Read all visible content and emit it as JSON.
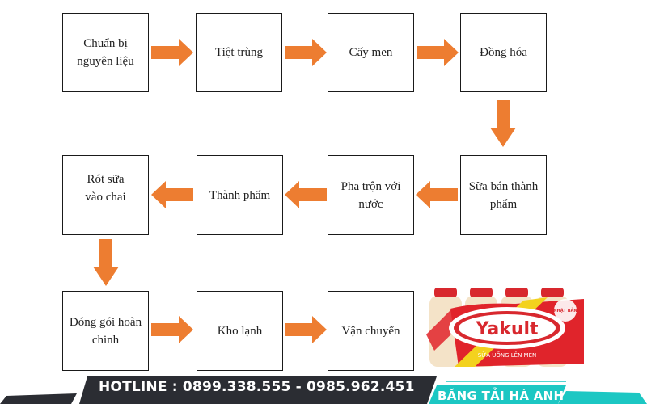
{
  "diagram": {
    "type": "process-flowchart",
    "colors": {
      "arrow": "#ED7D31",
      "box_border": "#1a1a1a",
      "box_fill": "#ffffff"
    },
    "steps": [
      {
        "id": 1,
        "label": "Chuẩn bị nguyên liệu"
      },
      {
        "id": 2,
        "label": "Tiệt trùng"
      },
      {
        "id": 3,
        "label": "Cấy men"
      },
      {
        "id": 4,
        "label": "Đồng hóa"
      },
      {
        "id": 5,
        "label": "Sữa bán thành phẩm"
      },
      {
        "id": 6,
        "label": "Pha trộn với nước"
      },
      {
        "id": 7,
        "label": "Thành phẩm"
      },
      {
        "id": 8,
        "label": "Rót sữa vào chai"
      },
      {
        "id": 9,
        "label": "Đóng gói hoàn chinh"
      },
      {
        "id": 10,
        "label": "Kho lạnh"
      },
      {
        "id": 11,
        "label": "Vận chuyển"
      }
    ],
    "edges": [
      {
        "from": 1,
        "to": 2,
        "direction": "right"
      },
      {
        "from": 2,
        "to": 3,
        "direction": "right"
      },
      {
        "from": 3,
        "to": 4,
        "direction": "right"
      },
      {
        "from": 4,
        "to": 5,
        "direction": "down"
      },
      {
        "from": 5,
        "to": 6,
        "direction": "left"
      },
      {
        "from": 6,
        "to": 7,
        "direction": "left"
      },
      {
        "from": 7,
        "to": 8,
        "direction": "left"
      },
      {
        "from": 8,
        "to": 9,
        "direction": "down"
      },
      {
        "from": 9,
        "to": 10,
        "direction": "right"
      },
      {
        "from": 10,
        "to": 11,
        "direction": "right"
      }
    ]
  },
  "boxes": {
    "b1": {
      "line1": "Chuẩn bị",
      "line2": "nguyên liệu"
    },
    "b2": {
      "line1": "Tiệt trùng"
    },
    "b3": {
      "line1": "Cấy men"
    },
    "b4": {
      "line1": "Đồng hóa"
    },
    "b5": {
      "line1": "Sữa bán thành",
      "line2": "phẩm"
    },
    "b6": {
      "line1": "Pha trộn với",
      "line2": "nước"
    },
    "b7": {
      "line1": "Thành phẩm"
    },
    "b8": {
      "line1": "Rót sữa",
      "line2": "vào chai"
    },
    "b9": {
      "line1": "Đóng gói hoàn",
      "line2": "chinh"
    },
    "b10": {
      "line1": "Kho lạnh"
    },
    "b11": {
      "line1": "Vận chuyển"
    }
  },
  "product": {
    "brand": "Yakult",
    "subtitle": "SỮA UỐNG LÊN MEN",
    "badge": "NHẬT BẢN",
    "colors": {
      "pack_red": "#E0242B",
      "pack_yellow": "#F3D21E",
      "bottle": "#F4E3C8"
    }
  },
  "footer": {
    "hotline": "HOTLINE : 0899.338.555 - 0985.962.451",
    "brand": "BĂNG TẢI HÀ ANH",
    "colors": {
      "dark": "#2B2D33",
      "teal": "#1CC7C3"
    }
  }
}
